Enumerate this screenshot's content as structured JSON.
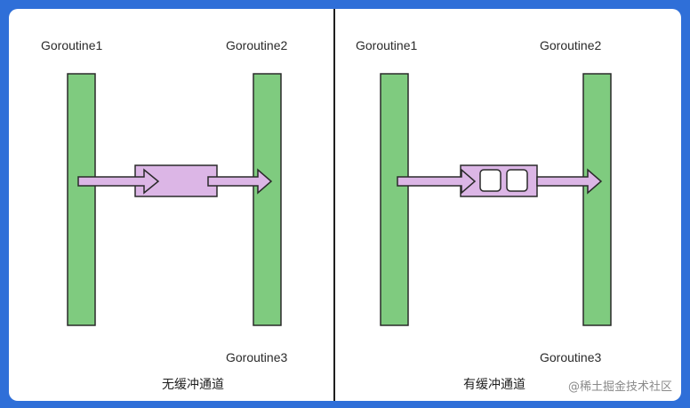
{
  "colors": {
    "outer_border": "#2f6fd8",
    "bar_fill": "#7fcb7f",
    "channel_fill": "#dcb6e6",
    "stroke": "#2a2a2a",
    "slot_fill": "#ffffff"
  },
  "left_panel": {
    "goroutine1_label": "Goroutine1",
    "goroutine2_label": "Goroutine2",
    "goroutine3_label": "Goroutine3",
    "caption": "无缓冲通道"
  },
  "right_panel": {
    "goroutine1_label": "Goroutine1",
    "goroutine2_label": "Goroutine2",
    "goroutine3_label": "Goroutine3",
    "caption": "有缓冲通道",
    "buffer_slots": 2
  },
  "watermark": "@稀土掘金技术社区"
}
